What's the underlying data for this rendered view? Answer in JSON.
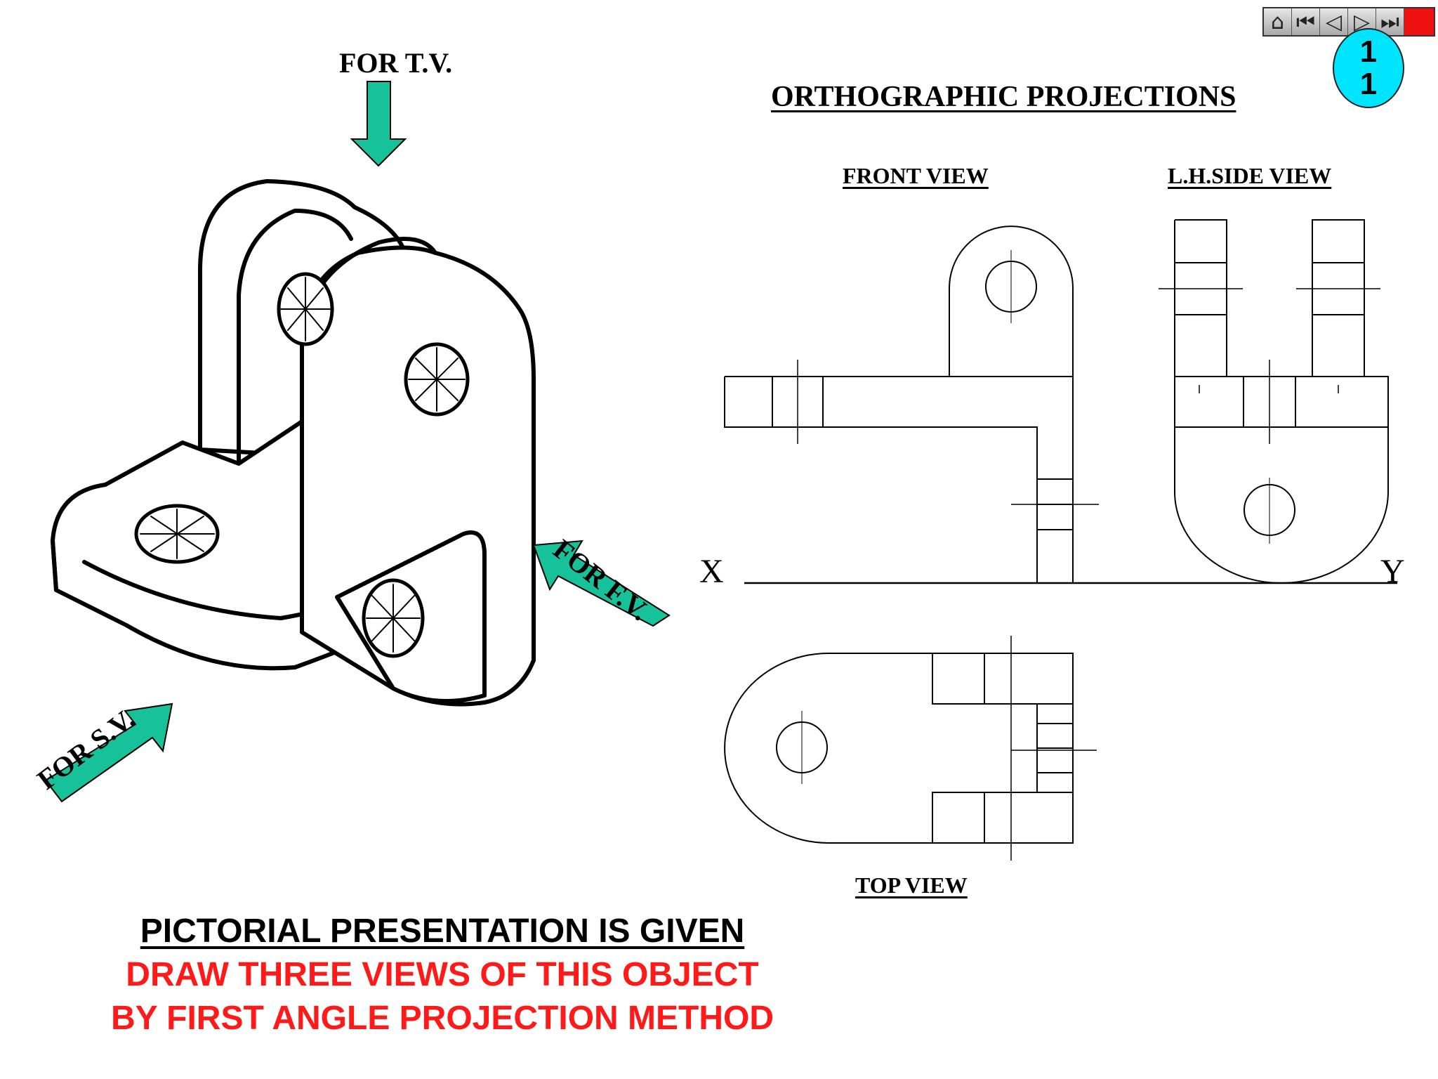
{
  "slide": {
    "title": "ORTHOGRAPHIC PROJECTIONS",
    "views": {
      "front": "FRONT VIEW",
      "side": "L.H.SIDE VIEW",
      "top": "TOP VIEW"
    },
    "directions": {
      "tv": "FOR T.V.",
      "fv": "FOR F.V.",
      "sv": "FOR S.V."
    },
    "axis": {
      "x": "X",
      "y": "Y"
    },
    "instructions": {
      "line1": "PICTORIAL PRESENTATION IS GIVEN",
      "line2": "DRAW THREE VIEWS OF THIS OBJECT",
      "line3": "BY FIRST ANGLE PROJECTION METHOD"
    },
    "page_badge": {
      "top": "1",
      "bottom": "1"
    }
  },
  "navigation": {
    "icons": [
      "home-icon",
      "first-slide-icon",
      "previous-slide-icon",
      "next-slide-icon",
      "last-slide-icon",
      "stop-icon"
    ]
  },
  "colors": {
    "arrow": "#17c29a",
    "instruction_red": "#ff1a1a",
    "badge": "#00e5ff",
    "nav_stop": "#ee1111"
  }
}
